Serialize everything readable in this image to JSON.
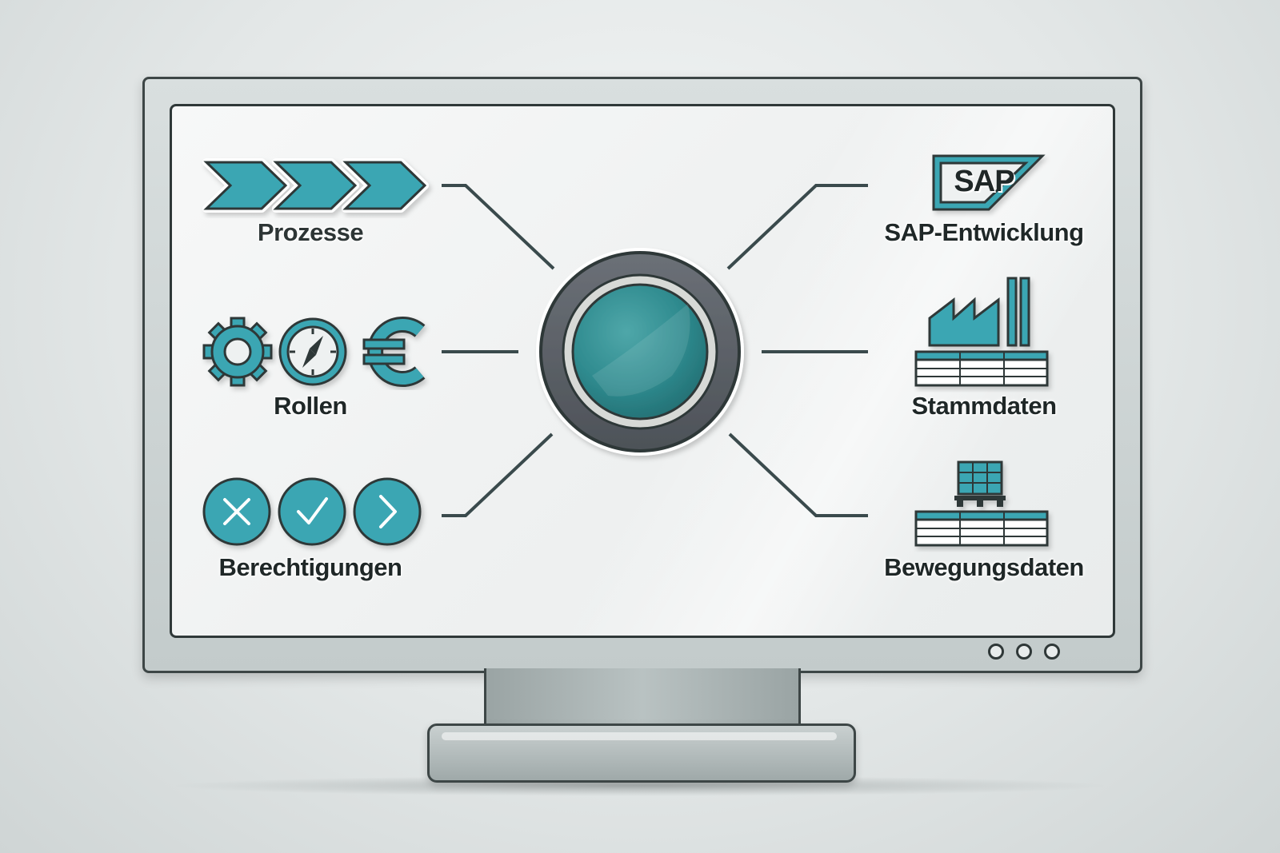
{
  "diagram": {
    "left_items": [
      {
        "label": "Prozesse",
        "icon": "chevron-arrows-icon"
      },
      {
        "label": "Rollen",
        "icon": "gear-compass-euro-icon"
      },
      {
        "label": "Berechtigungen",
        "icon": "x-check-next-buttons-icon"
      }
    ],
    "right_items": [
      {
        "label": "SAP-Entwicklung",
        "icon": "sap-logo-icon"
      },
      {
        "label": "Stammdaten",
        "icon": "factory-table-icon"
      },
      {
        "label": "Bewegungsdaten",
        "icon": "pallet-table-icon"
      }
    ],
    "sap_logo_text": "SAP",
    "hub_icon": "central-hub-button-icon"
  },
  "colors": {
    "accent": "#3aa6b3",
    "accent_dark": "#2a7e88",
    "outline": "#2f3838",
    "connector": "#3a4a4c",
    "hub_outer": "#5a5f66",
    "hub_inner": "#2f8b8f",
    "hub_ring": "#d7d9d6"
  }
}
